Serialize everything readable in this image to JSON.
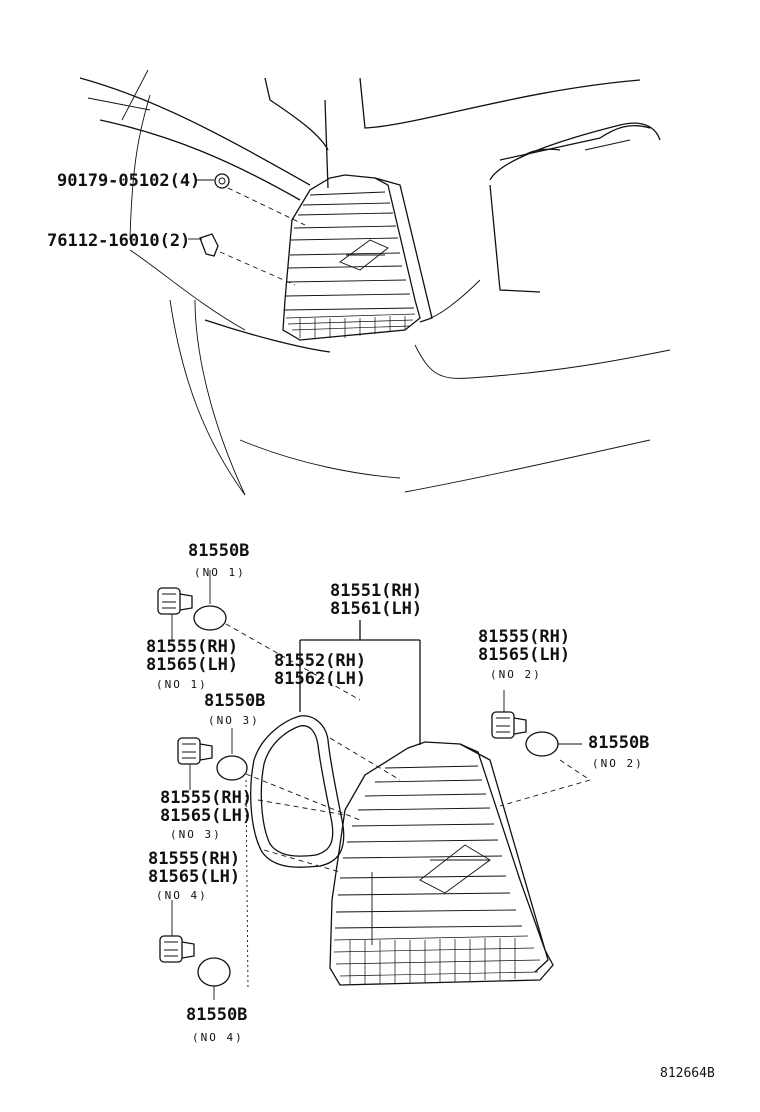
{
  "diagram": {
    "top_labels": [
      {
        "text": "90179-05102(4)"
      },
      {
        "text": "76112-16010(2)"
      }
    ],
    "parts": {
      "bulb_no1": {
        "number": "81550B",
        "note": "(NO 1)"
      },
      "socket_no1": {
        "number_rh": "81555(RH)",
        "number_lh": "81565(LH)",
        "note": "(NO 1)"
      },
      "bulb_no3": {
        "number": "81550B",
        "note": "(NO 3)"
      },
      "socket_no3": {
        "number_rh": "81555(RH)",
        "number_lh": "81565(LH)",
        "note": "(NO 3)"
      },
      "socket_no4": {
        "number_rh": "81555(RH)",
        "number_lh": "81565(LH)",
        "note": "(NO 4)"
      },
      "bulb_no4": {
        "number": "81550B",
        "note": "(NO 4)"
      },
      "lens_assembly": {
        "number_rh": "81551(RH)",
        "number_lh": "81561(LH)"
      },
      "gasket": {
        "number_rh": "81552(RH)",
        "number_lh": "81562(LH)"
      },
      "socket_no2": {
        "number_rh": "81555(RH)",
        "number_lh": "81565(LH)",
        "note": "(NO 2)"
      },
      "bulb_no2": {
        "number": "81550B",
        "note": "(NO 2)"
      }
    },
    "reference_code": "812664B"
  }
}
